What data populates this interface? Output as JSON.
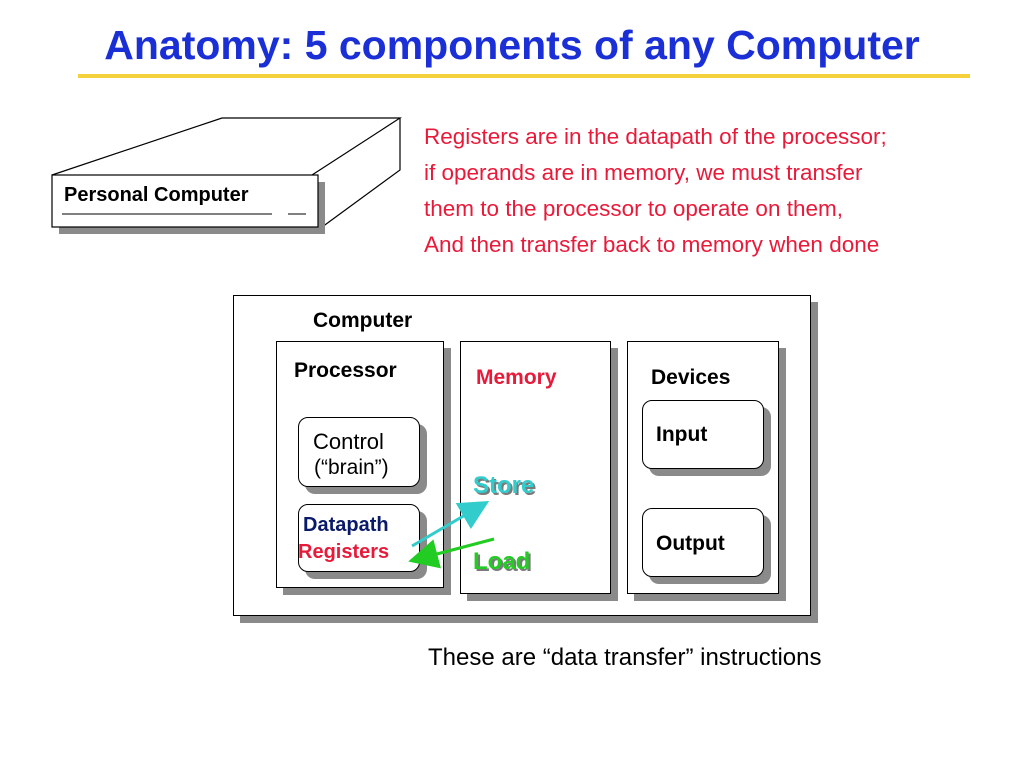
{
  "title": "Anatomy: 5 components of any Computer",
  "note_lines": [
    "Registers are in the datapath of the processor;",
    "if operands are in memory, we must transfer",
    "them to the processor to operate on them,",
    "And then transfer back to memory when done"
  ],
  "pc_label": "Personal Computer",
  "diagram": {
    "computer_label": "Computer",
    "processor_label": "Processor",
    "control_label": "Control",
    "control_sub": "(“brain”)",
    "datapath_label": "Datapath",
    "registers_label": "Registers",
    "memory_label": "Memory",
    "devices_label": "Devices",
    "input_label": "Input",
    "output_label": "Output",
    "store_label": "Store",
    "load_label": "Load"
  },
  "caption": "These are “data transfer” instructions",
  "colors": {
    "title": "#1a2fd6",
    "title_underline": "#f5d23c",
    "note_text": "#e81a3a",
    "memory_label": "#e81a3a",
    "registers_label": "#e81a3a",
    "datapath_label": "#0a1a6a",
    "store": "#33cccc",
    "load": "#22cc22",
    "shadow": "#8a8a8a"
  }
}
